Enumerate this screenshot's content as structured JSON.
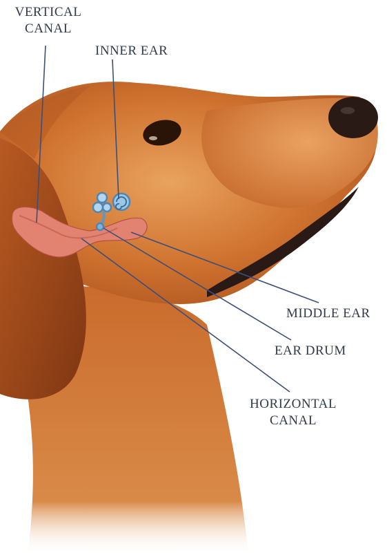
{
  "labels": {
    "vertical_canal": {
      "line1": "VERTICAL",
      "line2": "CANAL"
    },
    "inner_ear": "INNER EAR",
    "middle_ear": "MIDDLE EAR",
    "ear_drum": "EAR DRUM",
    "horizontal_canal": {
      "line1": "HORIZONTAL",
      "line2": "CANAL"
    }
  },
  "colors": {
    "leader_line": "#3a4f7a",
    "fur": "#c7662a",
    "fur_light": "#e39a55",
    "fur_dark": "#8e3f16",
    "nose": "#2a1a16",
    "ear_canal": "#e07a6a",
    "inner_ear_structure": "#7fb4d8"
  },
  "icons": [
    "golden-retriever-head-illustration",
    "inner-ear-cochlea-icon"
  ]
}
